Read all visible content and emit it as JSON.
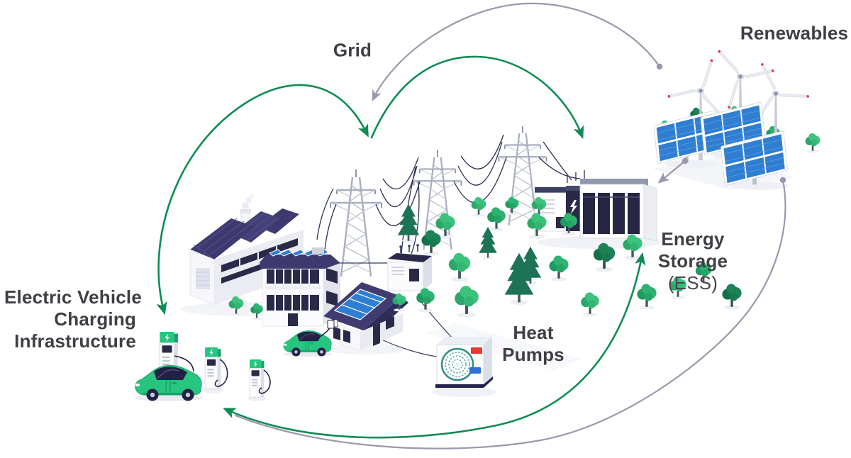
{
  "title": "Smart energy system diagram",
  "labels": {
    "grid": "Grid",
    "renewables": "Renewables",
    "energy_storage": [
      "Energy",
      "Storage",
      "(ESS)"
    ],
    "heat_pumps": [
      "Heat",
      "Pumps"
    ],
    "ev_charging": [
      "Electric Vehicle",
      "Charging",
      "Infrastructure"
    ]
  },
  "colors": {
    "text": "#3e3e44",
    "green_arrow": "#0e8c53",
    "gray_arrow": "#9b98ab",
    "roof_navy": "#3e3a70",
    "solar_blue": "#2f7ed2",
    "ev_green": "#27c57f",
    "tree_green": "#3cc27d"
  },
  "nodes": [
    {
      "id": "grid",
      "label": "Grid"
    },
    {
      "id": "renewables",
      "label": "Renewables"
    },
    {
      "id": "energy-storage",
      "label": "Energy Storage (ESS)"
    },
    {
      "id": "heat-pumps",
      "label": "Heat Pumps"
    },
    {
      "id": "ev-charging",
      "label": "Electric Vehicle Charging Infrastructure"
    }
  ],
  "connections": [
    {
      "from": "renewables",
      "to": "grid",
      "color": "gray",
      "bidirectional": false
    },
    {
      "from": "renewables",
      "to": "energy-storage",
      "color": "gray",
      "bidirectional": false
    },
    {
      "from": "renewables",
      "to": "ev-charging",
      "color": "gray",
      "bidirectional": false
    },
    {
      "from": "grid",
      "to": "ev-charging",
      "color": "green",
      "bidirectional": true
    },
    {
      "from": "grid",
      "to": "energy-storage",
      "color": "green",
      "bidirectional": false
    },
    {
      "from": "energy-storage",
      "to": "ev-charging",
      "color": "green",
      "bidirectional": true
    }
  ]
}
